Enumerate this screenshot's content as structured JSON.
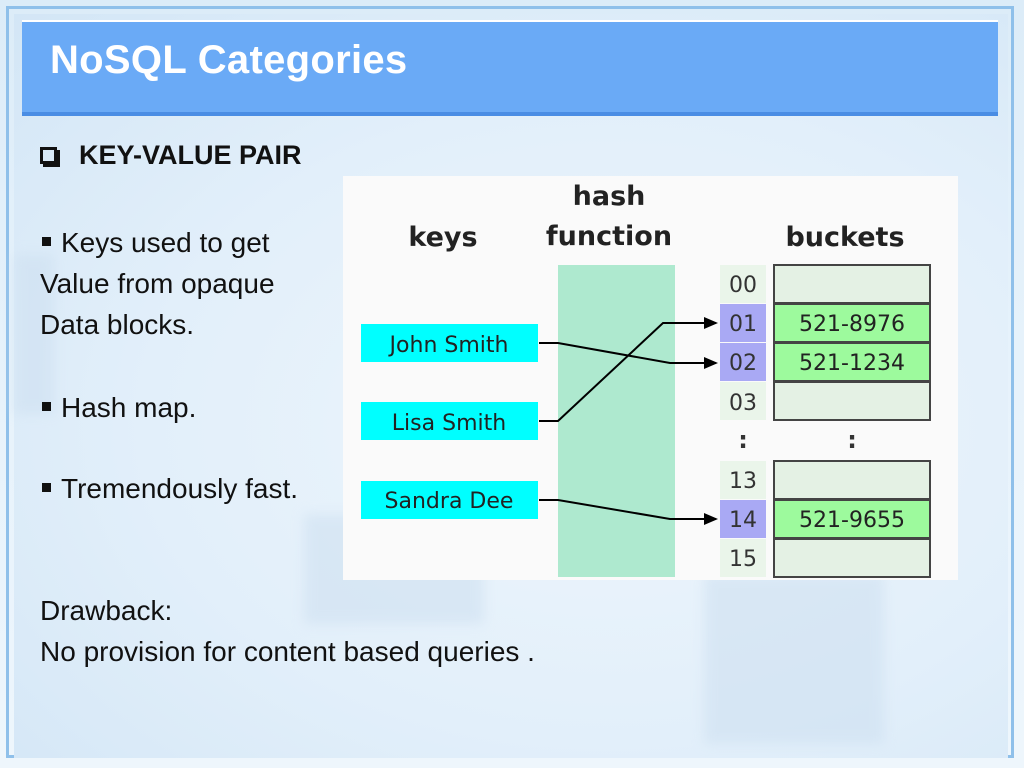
{
  "slide": {
    "title": "NoSQL Categories",
    "heading": "KEY-VALUE PAIR",
    "bullets": [
      [
        "Keys used to get",
        "Value from opaque",
        "Data blocks."
      ],
      [
        "Hash map."
      ],
      [
        "Tremendously fast."
      ]
    ],
    "drawback_label": "Drawback:",
    "drawback_text": "No provision for content based queries ."
  },
  "diagram": {
    "labels": {
      "keys": "keys",
      "hash_line1": "hash",
      "hash_line2": "function",
      "buckets": "buckets"
    },
    "keys": [
      "John Smith",
      "Lisa Smith",
      "Sandra Dee"
    ],
    "buckets_top": [
      {
        "index": "00",
        "value": ""
      },
      {
        "index": "01",
        "value": "521-8976"
      },
      {
        "index": "02",
        "value": "521-1234"
      },
      {
        "index": "03",
        "value": ""
      }
    ],
    "ellipsis": ":",
    "buckets_bottom": [
      {
        "index": "13",
        "value": ""
      },
      {
        "index": "14",
        "value": "521-9655"
      },
      {
        "index": "15",
        "value": ""
      }
    ],
    "colors": {
      "key_box": "#00ffff",
      "hash_band": "#aee9cf",
      "index_highlight": "#a9a9f4",
      "index_plain": "#eaf5ea",
      "bucket_filled": "#9dfa9d",
      "bucket_empty": "#e4f1e4"
    }
  }
}
